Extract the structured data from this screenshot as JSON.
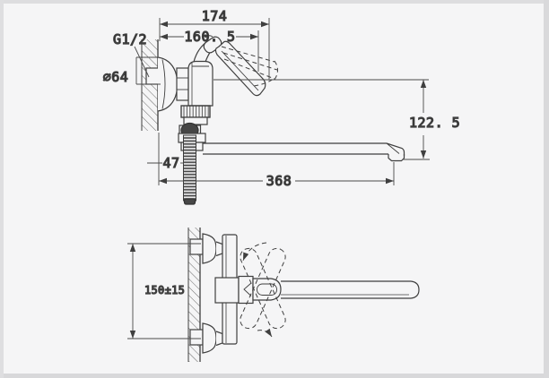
{
  "page": {
    "background": "#f5f5f6",
    "line_color": "#3f3f3f",
    "dim_line_color": "#4a4a4a",
    "text_color": "#1b1b1b",
    "hose_fill": "#474747"
  },
  "drawing": {
    "description": "Installation dimension drawing of a wall-mounted single-lever bath mixer with long swivel spout and shower hose",
    "side_view": {
      "dimensions": {
        "overall_projection": "174",
        "handle_projection": "160. 5",
        "height_to_outlet": "122. 5",
        "spout_reach": "368",
        "hose_offset": "47",
        "inlet_thread": "G1/2",
        "escutcheon_diameter": "∅64"
      }
    },
    "plan_view": {
      "dimensions": {
        "inlet_centers_distance": "150±15"
      }
    }
  }
}
